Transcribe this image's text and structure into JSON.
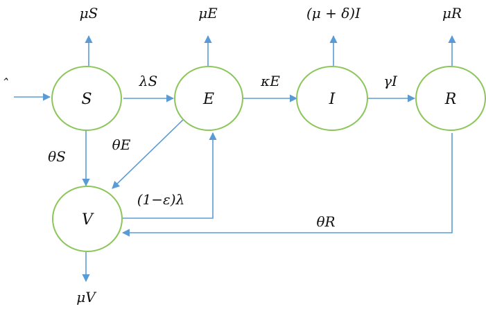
{
  "diagram": {
    "colors": {
      "node_stroke": "#8cc65a",
      "edge": "#5b9bd5",
      "text": "#111111"
    },
    "nodes": {
      "S": {
        "label": "S"
      },
      "E": {
        "label": "E"
      },
      "I": {
        "label": "I"
      },
      "R": {
        "label": "R"
      },
      "V": {
        "label": "V"
      }
    },
    "inflow_label": "ˆ",
    "edges": {
      "mu_s": "μS",
      "mu_e": "μE",
      "mu_delta_i": "(μ + δ)I",
      "mu_r": "μR",
      "mu_v": "μV",
      "lambda_s": "λS",
      "kappa_e": "κE",
      "gamma_i": "γI",
      "theta_s": "θS",
      "theta_e": "θE",
      "one_minus_eps_lambda": "(1−ε)λ",
      "theta_r": "θR"
    }
  }
}
